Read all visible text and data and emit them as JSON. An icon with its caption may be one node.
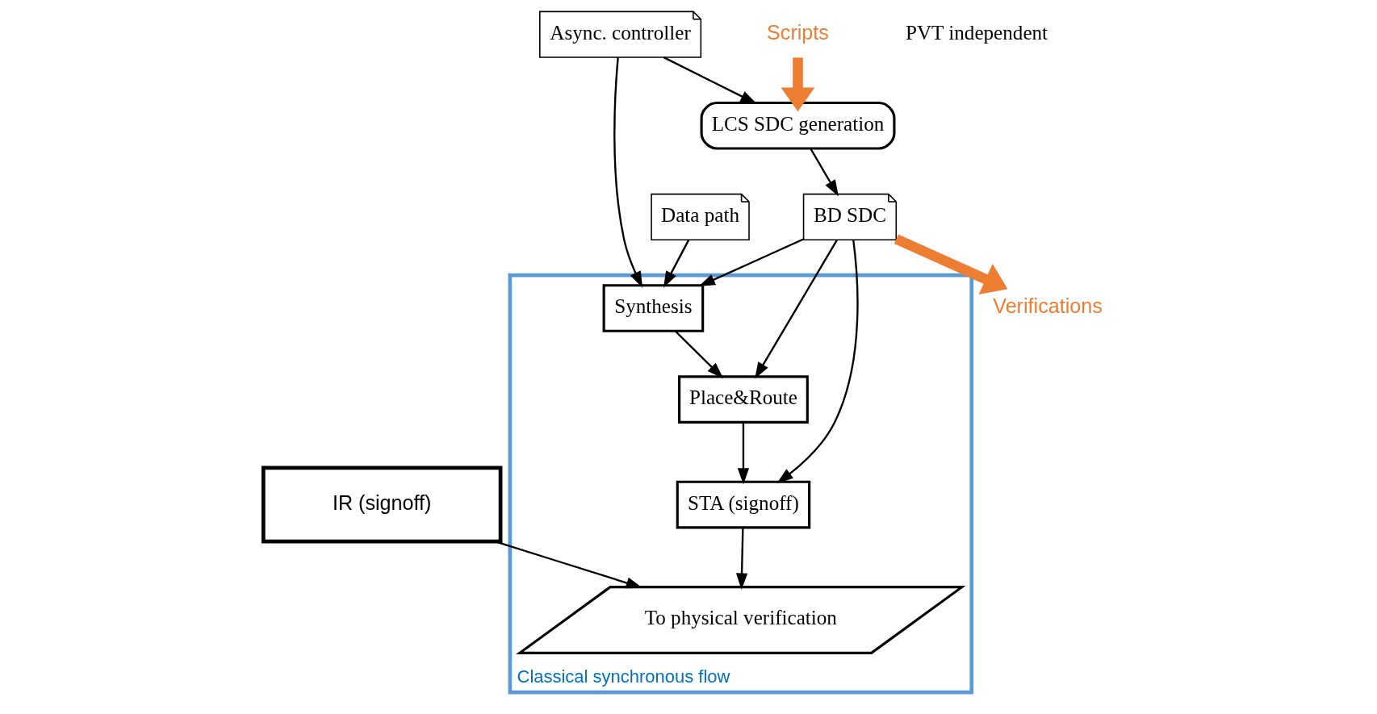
{
  "diagram": {
    "nodes": [
      {
        "text": [
          "Classical synchronous flow"
        ]
      },
      {
        "text": [
          "Data path"
        ]
      },
      {
        "text": [
          "Async. controller"
        ]
      },
      {
        "text": [
          "LCS SDC generation"
        ]
      },
      {
        "text": [
          "BD SDC"
        ]
      },
      {
        "text": [
          "Synthesis"
        ],
        "in": 0
      },
      {
        "text": [
          "Place&Route"
        ],
        "in": 0
      },
      {
        "text": [
          "STA (signoff)"
        ],
        "in": 0
      },
      {
        "text": [
          "IR (signoff)"
        ]
      },
      {
        "text": [
          "To physical verification"
        ],
        "in": 0
      },
      {
        "text": [
          "Scripts"
        ]
      },
      {
        "text": [
          "Verifications"
        ]
      }
    ],
    "edges": [
      {
        "from": 1,
        "to": 5,
        "arrow": "to"
      },
      {
        "from": 2,
        "to": 5,
        "arrow": "to"
      },
      {
        "from": 2,
        "to": 3,
        "arrow": "to"
      },
      {
        "from": 3,
        "to": 4,
        "arrow": "to"
      },
      {
        "from": 4,
        "to": 5,
        "arrow": "to"
      },
      {
        "from": 4,
        "to": 6,
        "arrow": "to"
      },
      {
        "from": 4,
        "to": 7,
        "arrow": "to"
      },
      {
        "from": 5,
        "to": 6,
        "arrow": "to"
      },
      {
        "from": 6,
        "to": 7,
        "arrow": "to"
      },
      {
        "from": 7,
        "to": 9,
        "arrow": "to"
      },
      {
        "from": 8,
        "to": 9,
        "arrow": "to"
      },
      {
        "from": 10,
        "to": 3,
        "arrow": "to",
        "style": "thick",
        "color": "#ed7d31"
      },
      {
        "from": 4,
        "to": 11,
        "arrow": "to",
        "style": "thick",
        "color": "#ed7d31"
      }
    ],
    "labels": [
      "PVT independent"
    ]
  }
}
